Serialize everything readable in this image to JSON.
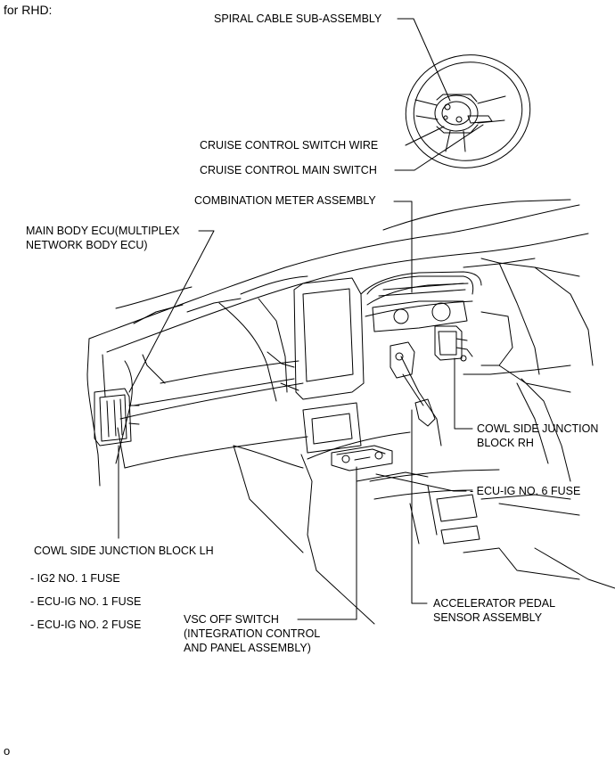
{
  "header": {
    "title": "for RHD:"
  },
  "labels": {
    "spiral_cable": "SPIRAL CABLE SUB-ASSEMBLY",
    "cruise_wire": "CRUISE CONTROL SWITCH WIRE",
    "cruise_main": "CRUISE CONTROL MAIN SWITCH",
    "combination_meter": "COMBINATION METER ASSEMBLY",
    "main_body_ecu_line1": "MAIN BODY ECU(MULTIPLEX",
    "main_body_ecu_line2": "NETWORK BODY ECU)",
    "cowl_rh_line1": "COWL SIDE JUNCTION",
    "cowl_rh_line2": "BLOCK RH",
    "ecu_ig6": "- ECU-IG NO. 6 FUSE",
    "cowl_lh": "COWL SIDE JUNCTION BLOCK LH",
    "ig2_1": "- IG2 NO. 1 FUSE",
    "ecu_ig1": "- ECU-IG NO. 1 FUSE",
    "ecu_ig2": "- ECU-IG NO. 2 FUSE",
    "accel_line1": "ACCELERATOR PEDAL",
    "accel_line2": "SENSOR ASSEMBLY",
    "vsc_line1": "VSC OFF SWITCH",
    "vsc_line2": "(INTEGRATION CONTROL",
    "vsc_line3": "AND PANEL ASSEMBLY)"
  },
  "footer": {
    "code": "o"
  }
}
